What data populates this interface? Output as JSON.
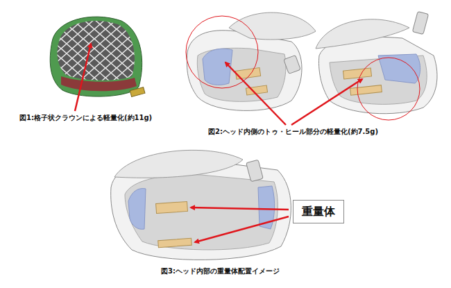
{
  "diagram": {
    "nodes": [
      {
        "text": [
          "重量体"
        ]
      }
    ],
    "labels": [
      "図1:格子状クラウンによる軽量化(約11g)",
      "図2:ヘッド内側のトゥ・ヒール部分の軽量化(約7.5g)",
      "図3:ヘッド内部の重量体配置イメージ"
    ]
  }
}
